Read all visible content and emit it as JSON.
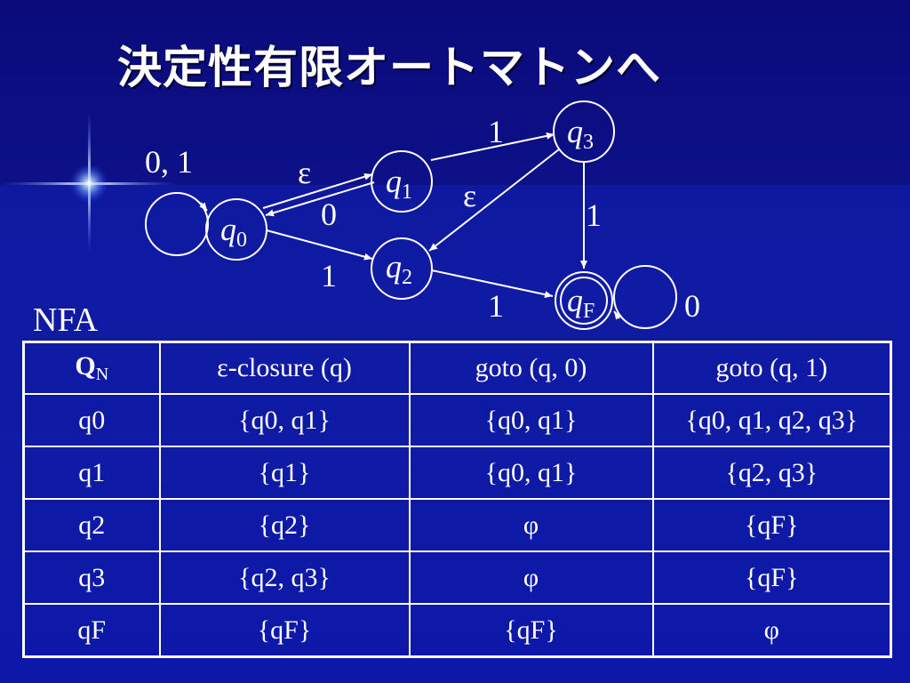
{
  "title": "決定性有限オートマトンへ",
  "nfa_label": "NFA",
  "diagram": {
    "states": [
      {
        "name": "q",
        "sub": "0"
      },
      {
        "name": "q",
        "sub": "1"
      },
      {
        "name": "q",
        "sub": "2"
      },
      {
        "name": "q",
        "sub": "3"
      },
      {
        "name": "q",
        "sub": "F"
      }
    ],
    "edges": [
      {
        "from": "q0",
        "to": "q0",
        "label": "0, 1"
      },
      {
        "from": "q0",
        "to": "q1",
        "label": "ε"
      },
      {
        "from": "q1",
        "to": "q0",
        "label": "0"
      },
      {
        "from": "q0",
        "to": "q2",
        "label": "1"
      },
      {
        "from": "q1",
        "to": "q3",
        "label": "1"
      },
      {
        "from": "q3",
        "to": "q2",
        "label": "ε"
      },
      {
        "from": "q3",
        "to": "qF",
        "label": "1"
      },
      {
        "from": "q2",
        "to": "qF",
        "label": "1"
      },
      {
        "from": "qF",
        "to": "qF",
        "label": "0"
      }
    ]
  },
  "table": {
    "header": {
      "qn": {
        "main": "Q",
        "sub": "N"
      },
      "closure": "ε-closure (q)",
      "goto0": "goto (q, 0)",
      "goto1": "goto (q, 1)"
    },
    "rows": [
      {
        "state": "q0",
        "closure": "{q0, q1}",
        "goto0": "{q0, q1}",
        "goto1": "{q0, q1, q2, q3}"
      },
      {
        "state": "q1",
        "closure": "{q1}",
        "goto0": "{q0, q1}",
        "goto1": "{q2, q3}"
      },
      {
        "state": "q2",
        "closure": "{q2}",
        "goto0": "φ",
        "goto1": "{qF}"
      },
      {
        "state": "q3",
        "closure": "{q2, q3}",
        "goto0": "φ",
        "goto1": "{qF}"
      },
      {
        "state": "qF",
        "closure": "{qF}",
        "goto0": "{qF}",
        "goto1": "φ"
      }
    ]
  }
}
